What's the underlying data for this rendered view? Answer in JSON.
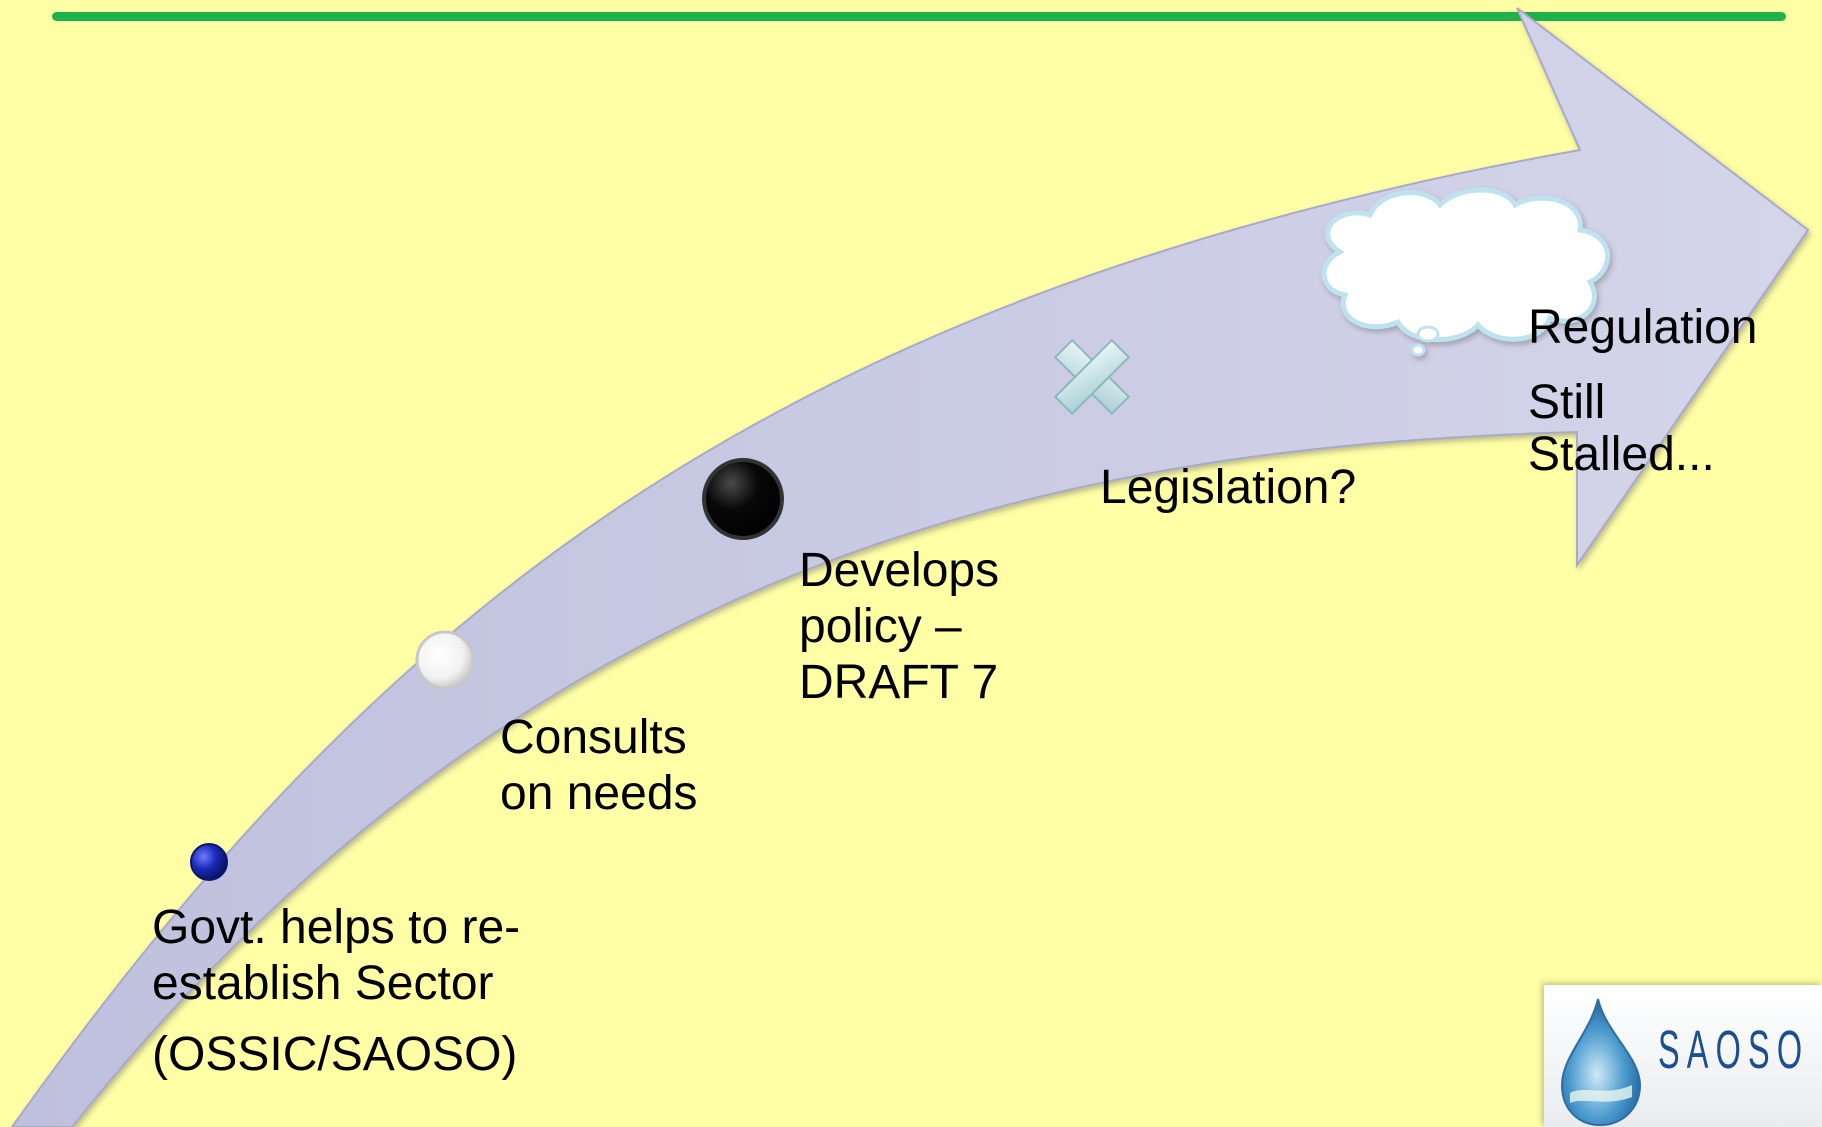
{
  "steps": [
    {
      "label": "Govt. helps to re-\nestablish Sector",
      "sub": "(OSSIC/SAOSO)",
      "marker": "blue-dot"
    },
    {
      "label": "Consults\non needs",
      "marker": "white-dot"
    },
    {
      "label": "Develops\npolicy –\nDRAFT 7",
      "marker": "black-dot"
    },
    {
      "label": "Legislation?",
      "marker": "cross-icon"
    },
    {
      "label": "Regulation",
      "sub": "Still\nStalled...",
      "marker": "thought-cloud-icon"
    }
  ],
  "logo": {
    "text": "SAOSO",
    "icon": "water-drop-icon"
  },
  "colors": {
    "background": "#FFFFA6",
    "rule": "#1DB24B",
    "arrow": "#C9CAE3"
  }
}
